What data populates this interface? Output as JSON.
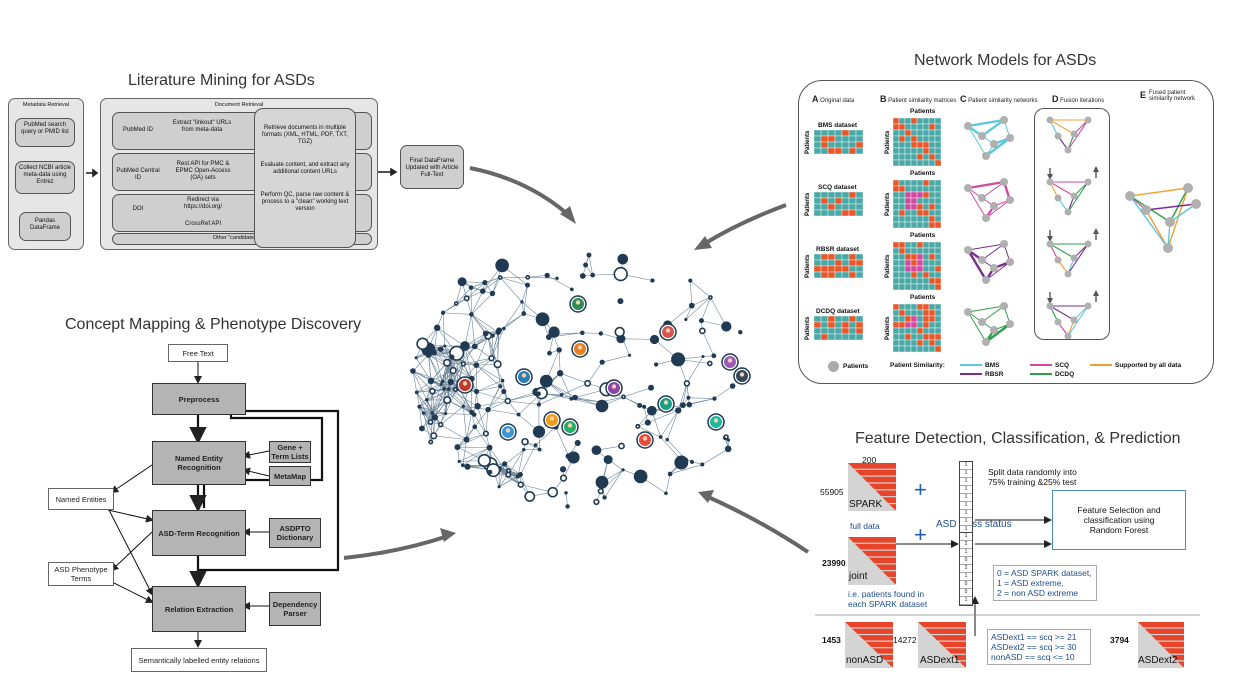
{
  "literature": {
    "title": "Literature Mining for ASDs",
    "metadata": {
      "header": "Metadata Retrieval",
      "step1": "PubMed search query or PMID list",
      "step2": "Collect NCBI article meta-data using Entrez",
      "step3": "Pandas DataFrame"
    },
    "document": {
      "header": "Document Retrieval",
      "rows": [
        {
          "id": "PubMed ID",
          "action": "Extract \"linkout\" URLs from meta-data"
        },
        {
          "id": "PubMed Central ID",
          "action": "Rest API for PMC & EPMC Open-Access (OA) sets"
        },
        {
          "id": "DOI",
          "action": "Redirect via https://doi.org/"
        },
        {
          "id": "",
          "action": "CrossRef API"
        }
      ],
      "other": "Other \"candidate\" URLs",
      "process": [
        "Retrieve documents in multiple formats (XML, HTML, PDF, TXT, TGZ)",
        "Evaluate content, and extract any additional content URLs",
        "Perform QC, parse raw content & process to a \"clean\" working text version"
      ]
    },
    "final": "Final DataFrame Updated with Article Full-Text"
  },
  "concept": {
    "title": "Concept Mapping & Phenotype Discovery",
    "free_text": "Free Text",
    "preprocess": "Preprocess",
    "ner": "Named Entity Recognition",
    "gene_lists": "Gene + Term Lists",
    "metamap": "MetaMap",
    "asd_term": "ASD-Term Recognition",
    "asdpto": "ASDPTO Dictionary",
    "relation": "Relation Extraction",
    "dependency": "Dependency Parser",
    "named_entities": "Named Entities",
    "phenotype_terms": "ASD Phenotype Terms",
    "output": "Semantically labelled entity relations"
  },
  "network": {
    "title": "Network Models for ASDs",
    "panels": [
      {
        "letter": "A",
        "label": "Original data"
      },
      {
        "letter": "B",
        "label": "Patient similarity matrices"
      },
      {
        "letter": "C",
        "label": "Patient similarity networks"
      },
      {
        "letter": "D",
        "label": "Fusion iterations"
      },
      {
        "letter": "E",
        "label": "Fused patient similarity network"
      }
    ],
    "datasets": [
      "BMS dataset",
      "SCQ dataset",
      "RBSR dataset",
      "DCDQ dataset"
    ],
    "patients_label": "Patients",
    "legend": {
      "patients": "Patients",
      "similarity": "Patient Similarity:",
      "bms": "BMS",
      "rbsr": "RBSR",
      "scq": "SCQ",
      "dcdq": "DCDQ",
      "all": "Supported by all data"
    },
    "colors": {
      "bms": "#5bc8dc",
      "rbsr": "#7b2d8e",
      "scq": "#d04aa0",
      "dcdq": "#2e9e4a",
      "all": "#f0a030",
      "red": "#e8562a",
      "teal": "#4aa8a6"
    }
  },
  "feature": {
    "title": "Feature Detection, Classification, & Prediction",
    "cols": "200",
    "spark_rows": "55905",
    "spark_label": "SPARK",
    "full_data": "full data",
    "class_status": "ASD class status",
    "split": "Split data randomly into 75% training &25% test",
    "selection": "Feature Selection and classification using Random Forest",
    "joint_rows": "23990",
    "joint_label": "joint",
    "patients_note": "i.e. patients found in each SPARK dataset",
    "encoding": [
      "0 = ASD SPARK dataset,",
      "1 = ASD extreme,",
      "2 = non ASD extreme"
    ],
    "vec1": [
      "1",
      "1",
      "1",
      "1",
      "1",
      "1",
      "1",
      "1",
      "1"
    ],
    "vec2": [
      "1",
      "2",
      "1",
      "0",
      "2",
      "1",
      "0",
      "0",
      "1"
    ],
    "non_rows": "1453",
    "non_label": "nonASD",
    "ext1_rows": "14272",
    "ext1_label": "ASDext1",
    "rules": [
      "ASDext1 == scq >= 21",
      "ASDext2 == scq >= 30",
      "nonASD == scq <= 10"
    ],
    "ext2_rows": "3794",
    "ext2_label": "ASDext2"
  }
}
